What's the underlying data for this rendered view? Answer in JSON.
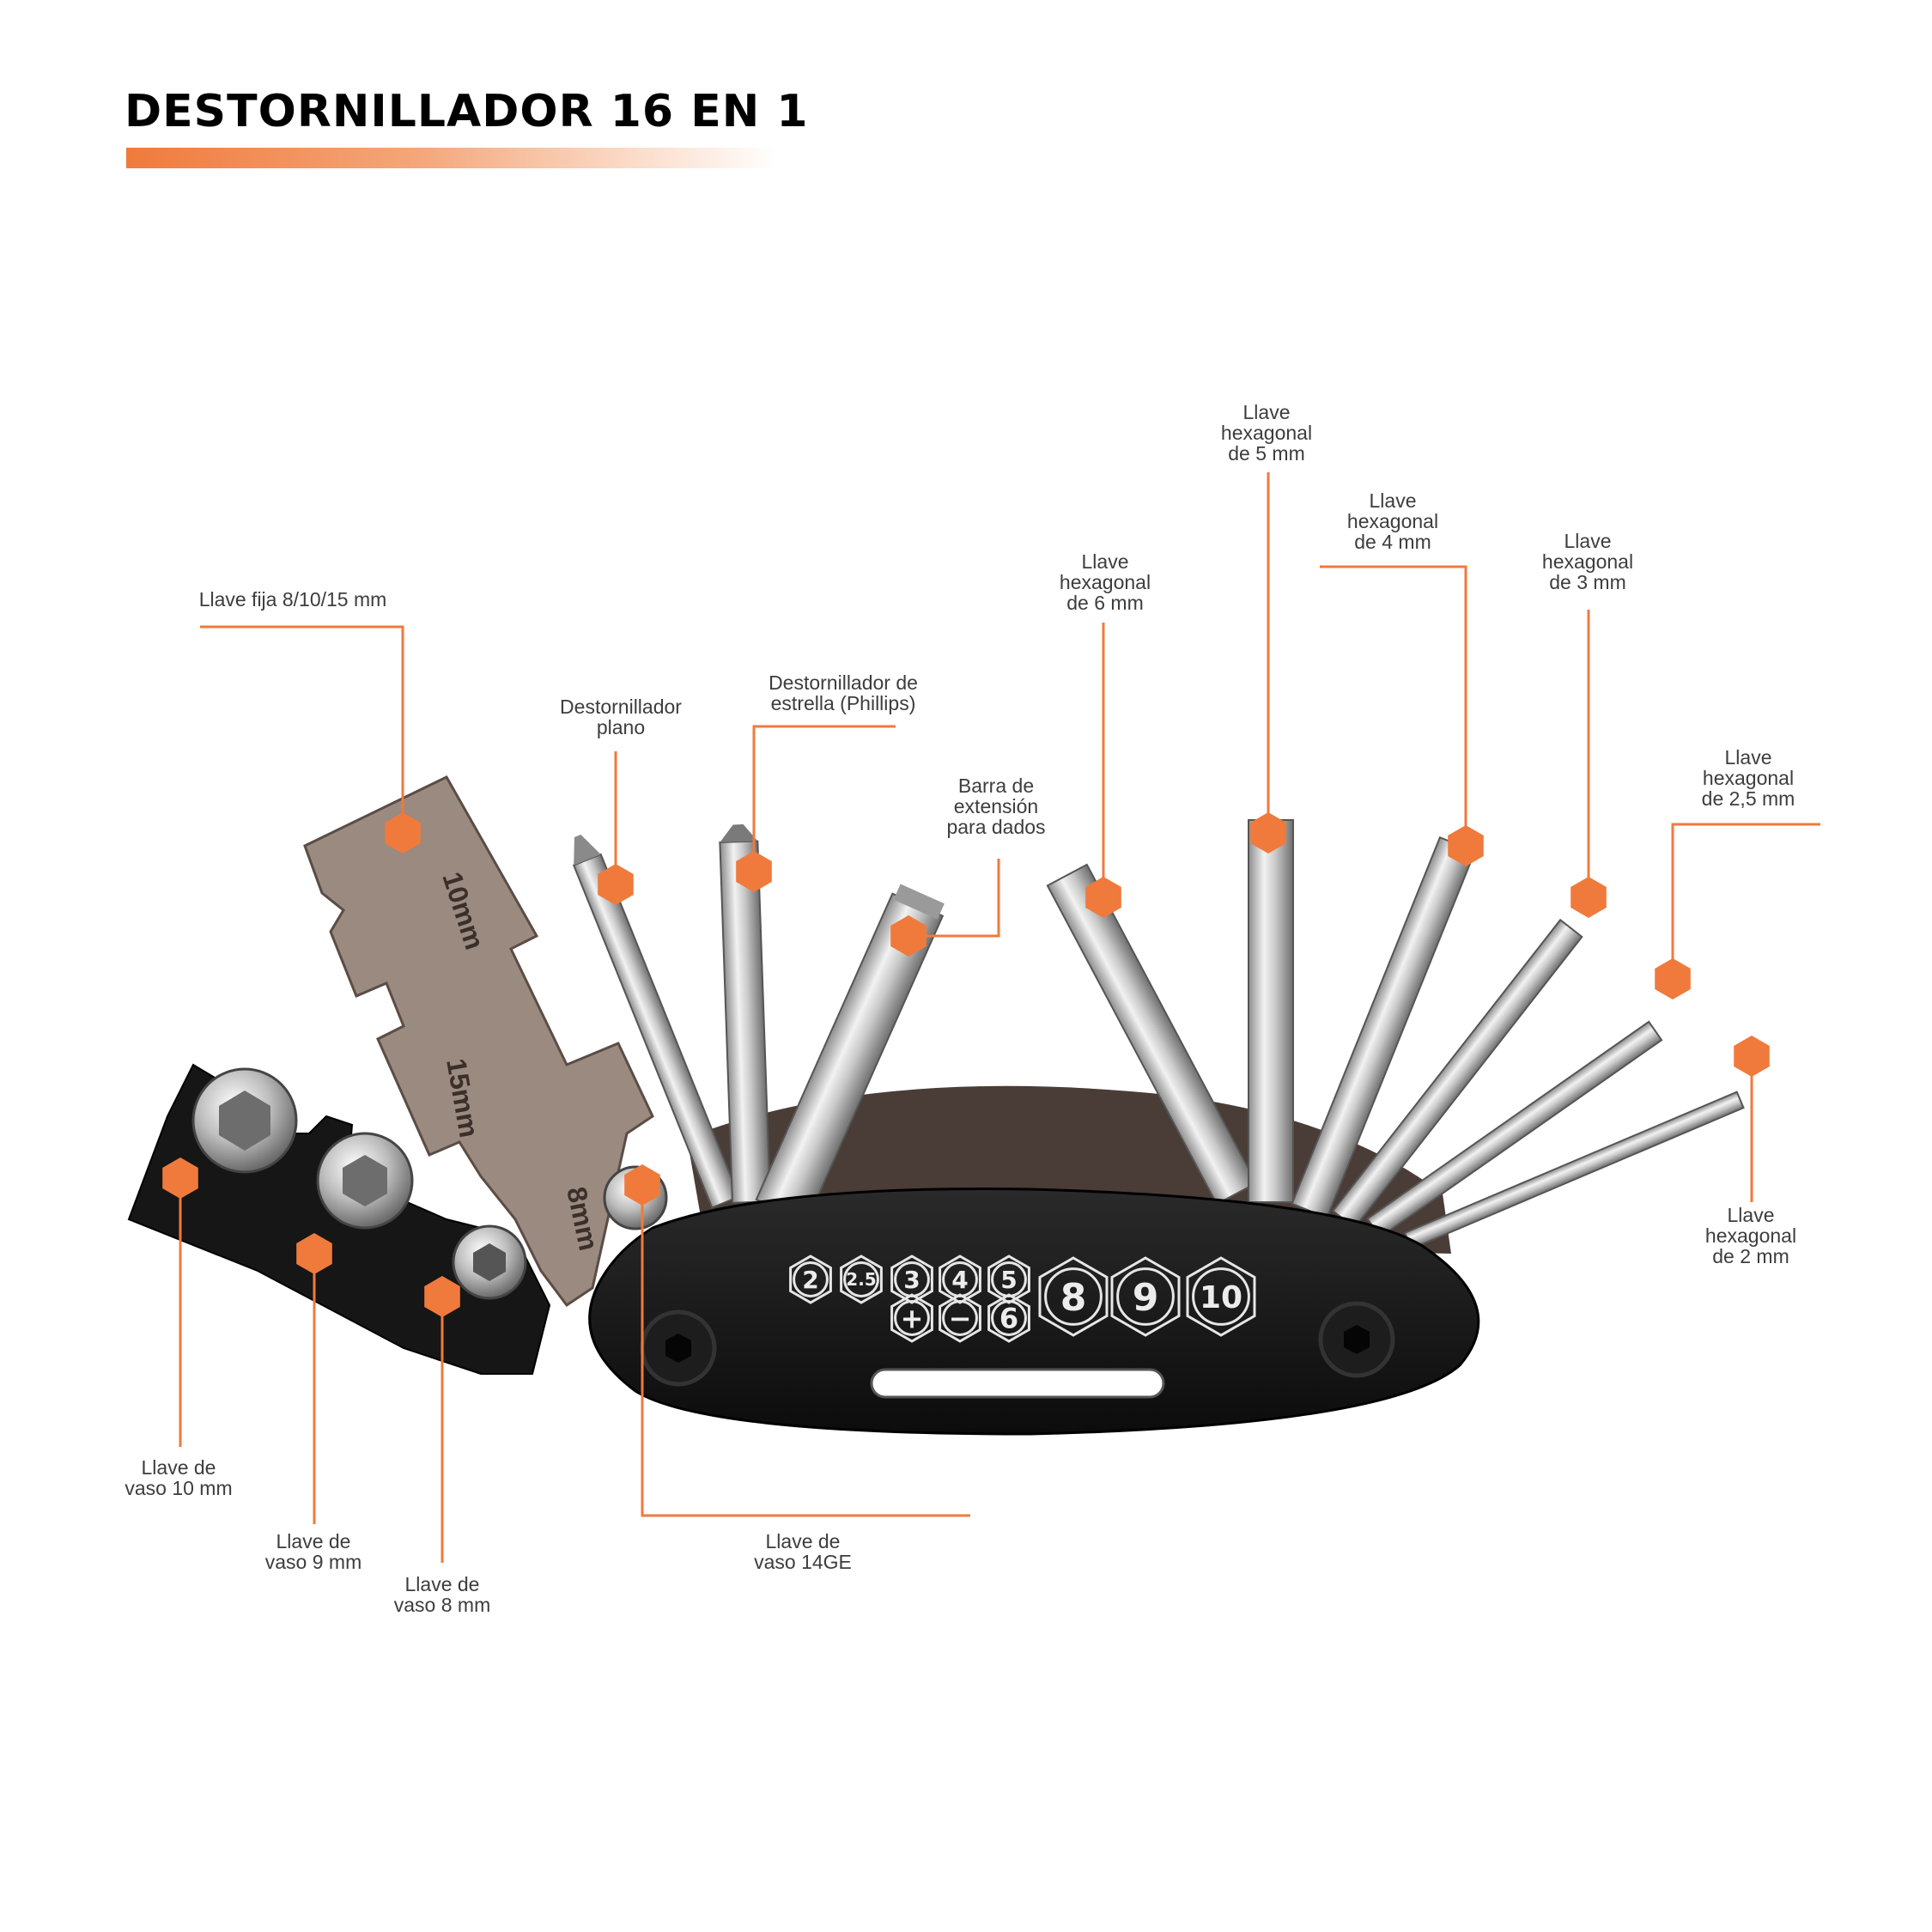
{
  "title": "DESTORNILLADOR 16 EN 1",
  "colors": {
    "accent": "#f07a3c",
    "handle": "#111111",
    "metal": "#c6c6c6",
    "wrench": "#9a8a80",
    "text": "#3d3d3d"
  },
  "labels": {
    "llave_fija": [
      "Llave fija 8/10/15 mm"
    ],
    "dest_plano": [
      "Destornillador",
      "plano"
    ],
    "dest_phillips": [
      "Destornillador de",
      "estrella (Phillips)"
    ],
    "barra_ext": [
      "Barra de",
      "extensión",
      "para dados"
    ],
    "hex6": [
      "Llave",
      "hexagonal",
      "de 6 mm"
    ],
    "hex5": [
      "Llave",
      "hexagonal",
      "de 5 mm"
    ],
    "hex4": [
      "Llave",
      "hexagonal",
      "de 4 mm"
    ],
    "hex3": [
      "Llave",
      "hexagonal",
      "de 3 mm"
    ],
    "hex25": [
      "Llave",
      "hexagonal",
      "de 2,5 mm"
    ],
    "hex2": [
      "Llave",
      "hexagonal",
      "de 2 mm"
    ],
    "vaso10": [
      "Llave de",
      "vaso 10 mm"
    ],
    "vaso9": [
      "Llave de",
      "vaso 9 mm"
    ],
    "vaso8": [
      "Llave de",
      "vaso 8 mm"
    ],
    "vaso14": [
      "Llave de",
      "vaso 14GE"
    ]
  },
  "handle_badges": {
    "row1": [
      "2",
      "2.5",
      "3",
      "4",
      "5"
    ],
    "row2": [
      "+",
      "−",
      "6"
    ],
    "large": [
      "8",
      "9",
      "10"
    ]
  },
  "wrench_markings": [
    "10mm",
    "15mm",
    "8mm"
  ]
}
